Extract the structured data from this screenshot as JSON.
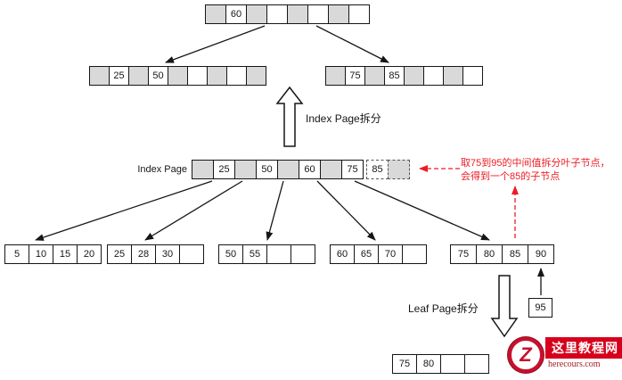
{
  "labels": {
    "index_page": "Index Page",
    "index_split": "Index Page拆分",
    "leaf_split": "Leaf Page拆分"
  },
  "note": {
    "line1": "取75到95的中间值拆分叶子节点，",
    "line2": "会得到一个85的子节点"
  },
  "logo": {
    "site_name": "这里教程网",
    "site_url": "herecours.com",
    "monogram": "Z"
  },
  "nodes": {
    "root": {
      "cells": [
        {
          "s": true
        },
        {
          "v": "60"
        },
        {
          "s": true
        },
        {},
        {
          "s": true
        },
        {},
        {
          "s": true
        },
        {}
      ]
    },
    "level2_left": {
      "cells": [
        {
          "s": true
        },
        {
          "v": "25"
        },
        {
          "s": true
        },
        {
          "v": "50"
        },
        {
          "s": true
        },
        {},
        {
          "s": true
        },
        {},
        {
          "s": true
        }
      ]
    },
    "level2_right": {
      "cells": [
        {
          "s": true
        },
        {
          "v": "75"
        },
        {
          "s": true
        },
        {
          "v": "85"
        },
        {
          "s": true
        },
        {},
        {
          "s": true
        },
        {}
      ]
    },
    "index_page": {
      "cells": [
        {
          "s": true
        },
        {
          "v": "25"
        },
        {
          "s": true
        },
        {
          "v": "50"
        },
        {
          "s": true
        },
        {
          "v": "60"
        },
        {
          "s": true
        },
        {
          "v": "75"
        },
        {
          "v": "85",
          "d": true,
          "gap": true
        },
        {
          "s": true,
          "d": true
        }
      ]
    },
    "leaf1": {
      "cells": [
        {
          "v": "5"
        },
        {
          "v": "10"
        },
        {
          "v": "15"
        },
        {
          "v": "20"
        }
      ]
    },
    "leaf2": {
      "cells": [
        {
          "v": "25"
        },
        {
          "v": "28"
        },
        {
          "v": "30"
        },
        {}
      ]
    },
    "leaf3": {
      "cells": [
        {
          "v": "50"
        },
        {
          "v": "55"
        },
        {},
        {}
      ]
    },
    "leaf4": {
      "cells": [
        {
          "v": "60"
        },
        {
          "v": "65"
        },
        {
          "v": "70"
        },
        {}
      ]
    },
    "leaf5": {
      "cells": [
        {
          "v": "75"
        },
        {
          "v": "80"
        },
        {
          "v": "85"
        },
        {
          "v": "90"
        }
      ]
    },
    "node95": {
      "cells": [
        {
          "v": "95"
        }
      ]
    },
    "split_leaf": {
      "cells": [
        {
          "v": "75"
        },
        {
          "v": "80"
        },
        {},
        {}
      ]
    }
  },
  "colors": {
    "cell_shaded": "#d9d9d9",
    "border": "#161616",
    "accent_red": "#ec1c24",
    "logo_red": "#d6001c"
  }
}
